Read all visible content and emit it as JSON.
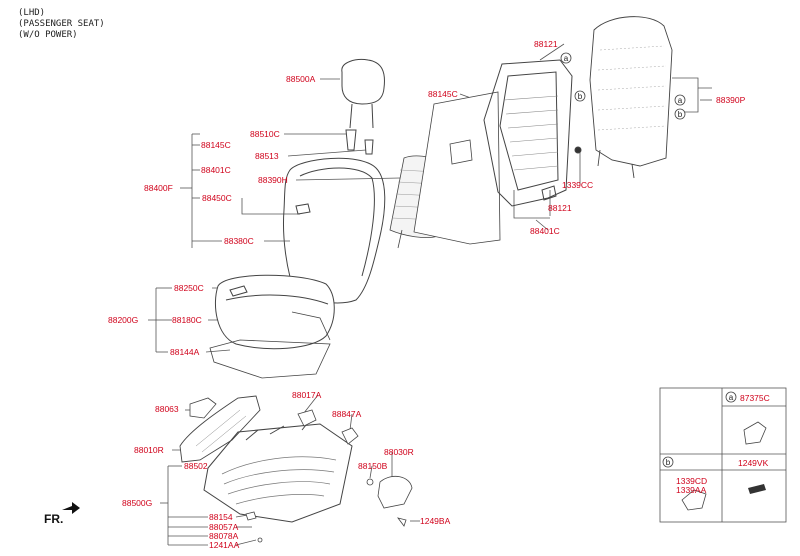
{
  "header": [
    "(LHD)",
    "(PASSENGER SEAT)",
    "(W/O POWER)"
  ],
  "labels": {
    "p88500A": "88500A",
    "p88510C": "88510C",
    "p88145C_l": "88145C",
    "p88513": "88513",
    "p88401C_l": "88401C",
    "p88400F": "88400F",
    "p88390H": "88390H",
    "p88450C": "88450C",
    "p88380C": "88380C",
    "p88145C_t": "88145C",
    "p88121_t": "88121",
    "p88390P": "88390P",
    "p1339CC": "1339CC",
    "p88121_b": "88121",
    "p88401C_r": "88401C",
    "p88250C": "88250C",
    "p88200G": "88200G",
    "p88180C": "88180C",
    "p88144A": "88144A",
    "p88063": "88063",
    "p88017A": "88017A",
    "p88847A": "88847A",
    "p88010R": "88010R",
    "p88502": "88502",
    "p88030R": "88030R",
    "p88150B": "88150B",
    "p88500G": "88500G",
    "p88154": "88154",
    "p88057A": "88057A",
    "p88078A": "88078A",
    "p1241AA": "1241AA",
    "p1249BA": "1249BA",
    "legend_a_part": "87375C",
    "legend_b_part1": "1339CD",
    "legend_b_part2": "1339AA",
    "legend_b_part3": "1249VK"
  },
  "markers": {
    "a": "a",
    "b": "b"
  },
  "fr": "FR."
}
